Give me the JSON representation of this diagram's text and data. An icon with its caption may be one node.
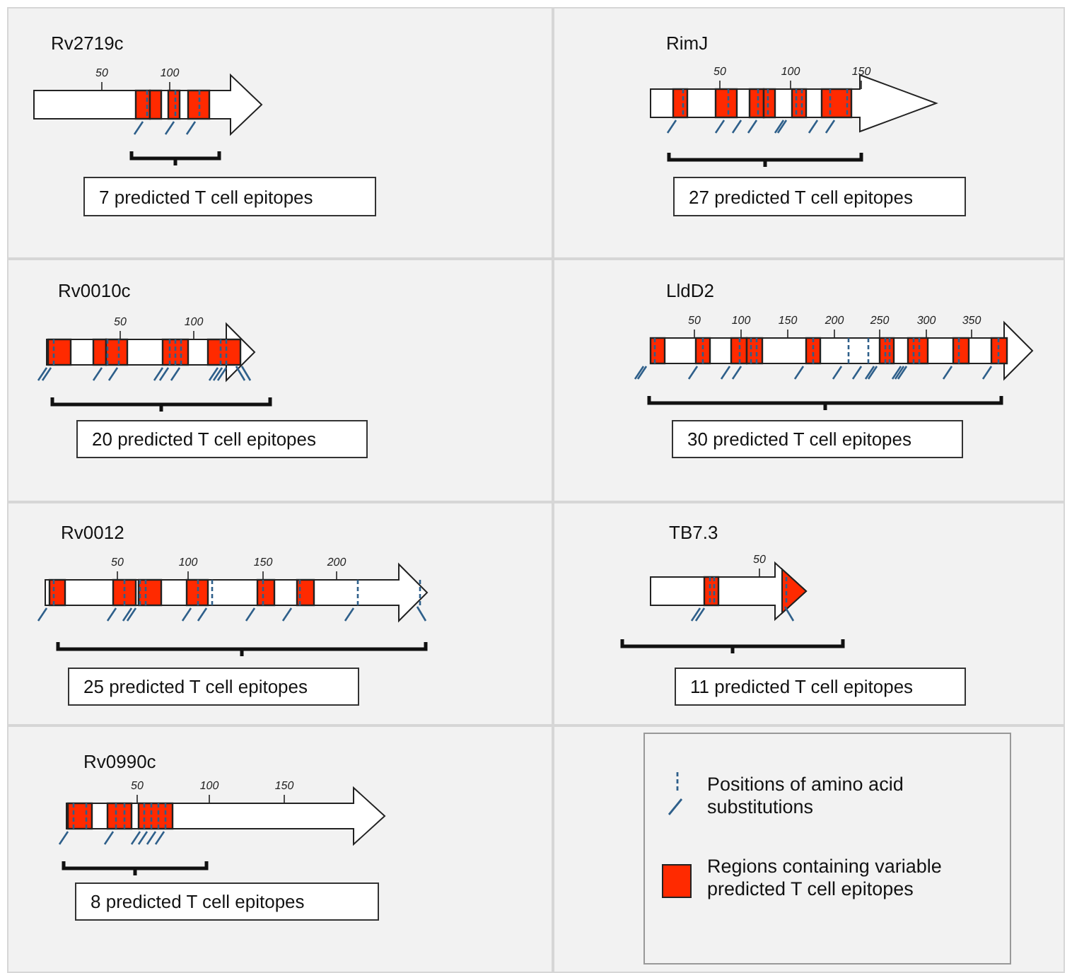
{
  "diagram": {
    "nodes": [
      {
        "text": [
          "Rv2719c"
        ]
      },
      {
        "text": [
          "7 predicted T cell epitopes"
        ],
        "in": 0
      },
      {
        "text": [
          "RimJ"
        ]
      },
      {
        "text": [
          "27 predicted T cell epitopes"
        ],
        "in": 2
      },
      {
        "text": [
          "Rv0010c"
        ]
      },
      {
        "text": [
          "20 predicted T cell epitopes"
        ],
        "in": 4
      },
      {
        "text": [
          "LldD2"
        ]
      },
      {
        "text": [
          "30 predicted T cell epitopes"
        ],
        "in": 6
      },
      {
        "text": [
          "Rv0012"
        ]
      },
      {
        "text": [
          "25 predicted T cell epitopes"
        ],
        "in": 8
      },
      {
        "text": [
          "TB7.3"
        ]
      },
      {
        "text": [
          "11 predicted T cell epitopes"
        ],
        "in": 10
      },
      {
        "text": [
          "Rv0990c"
        ]
      },
      {
        "text": [
          "8 predicted T cell epitopes"
        ],
        "in": 12
      }
    ],
    "labels": [
      "50",
      "100",
      "50",
      "100",
      "150",
      "50",
      "100",
      "50",
      "100",
      "150",
      "200",
      "250",
      "300",
      "350",
      "50",
      "100",
      "150",
      "200",
      "50",
      "50",
      "100",
      "150"
    ],
    "legend": [
      {
        "text": "Positions of amino acid substitutions"
      },
      {
        "text": "Regions containing variable predicted T cell epitopes",
        "color": "#ff2a00"
      }
    ]
  }
}
